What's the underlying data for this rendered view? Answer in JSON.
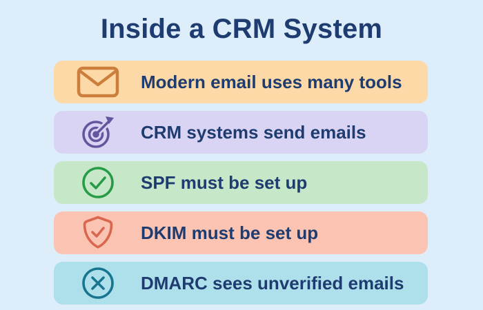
{
  "page": {
    "background_color": "#ddeefa",
    "text_color": "#1e3c70"
  },
  "title": "Inside a CRM System",
  "rows": [
    {
      "icon": "envelope-icon",
      "label": "Modern email uses many tools",
      "bg_color": "#fcd9a6",
      "icon_color": "#cc7f3d"
    },
    {
      "icon": "target-dart-icon",
      "label": "CRM systems send emails",
      "bg_color": "#d9d4f4",
      "icon_color": "#65559e"
    },
    {
      "icon": "check-circle-icon",
      "label": "SPF must be set up",
      "bg_color": "#c6e7c8",
      "icon_color": "#279b45"
    },
    {
      "icon": "shield-check-icon",
      "label": "DKIM must be set up",
      "bg_color": "#fbc3b1",
      "icon_color": "#d9664e"
    },
    {
      "icon": "x-circle-icon",
      "label": "DMARC sees unverified emails",
      "bg_color": "#aee0eb",
      "icon_color": "#17758f"
    }
  ]
}
